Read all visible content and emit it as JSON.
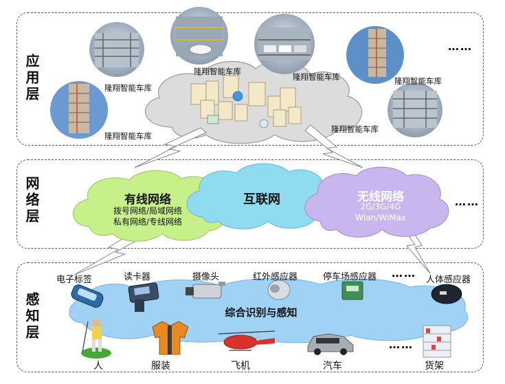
{
  "layers": {
    "application": "应用层",
    "network": "网络层",
    "perception": "感知层"
  },
  "application": {
    "garage_captions": [
      "隆翔智能车库",
      "隆翔智能车库",
      "隆翔智能车库",
      "隆翔智能车库",
      "隆翔智能车库",
      "隆翔智能车库"
    ],
    "more": "……"
  },
  "network": {
    "wired": {
      "title": "有线网络",
      "line1": "拨号网络/局域网络",
      "line2": "私有网络/专线网络"
    },
    "internet": {
      "title": "互联网"
    },
    "wireless": {
      "title": "无线网络",
      "line1": "2G/3G/4G",
      "line2": "Wlan/WiMax"
    },
    "more": "……"
  },
  "perception": {
    "devices": [
      "电子标签",
      "读卡器",
      "摄像头",
      "红外感应器",
      "停车场感应器",
      "人体感应器"
    ],
    "devices_more": "……",
    "center": "综合识别与感知",
    "objects": [
      "人",
      "服装",
      "飞机",
      "汽车",
      "货架"
    ],
    "objects_more": "……"
  },
  "colors": {
    "wired_cloud": "#c7f08a",
    "internet_cloud": "#8fdcf0",
    "wireless_cloud": "#c9b6ee",
    "perception_cloud": "#9fd2f5",
    "server_cloud": "#dcdcdc"
  }
}
